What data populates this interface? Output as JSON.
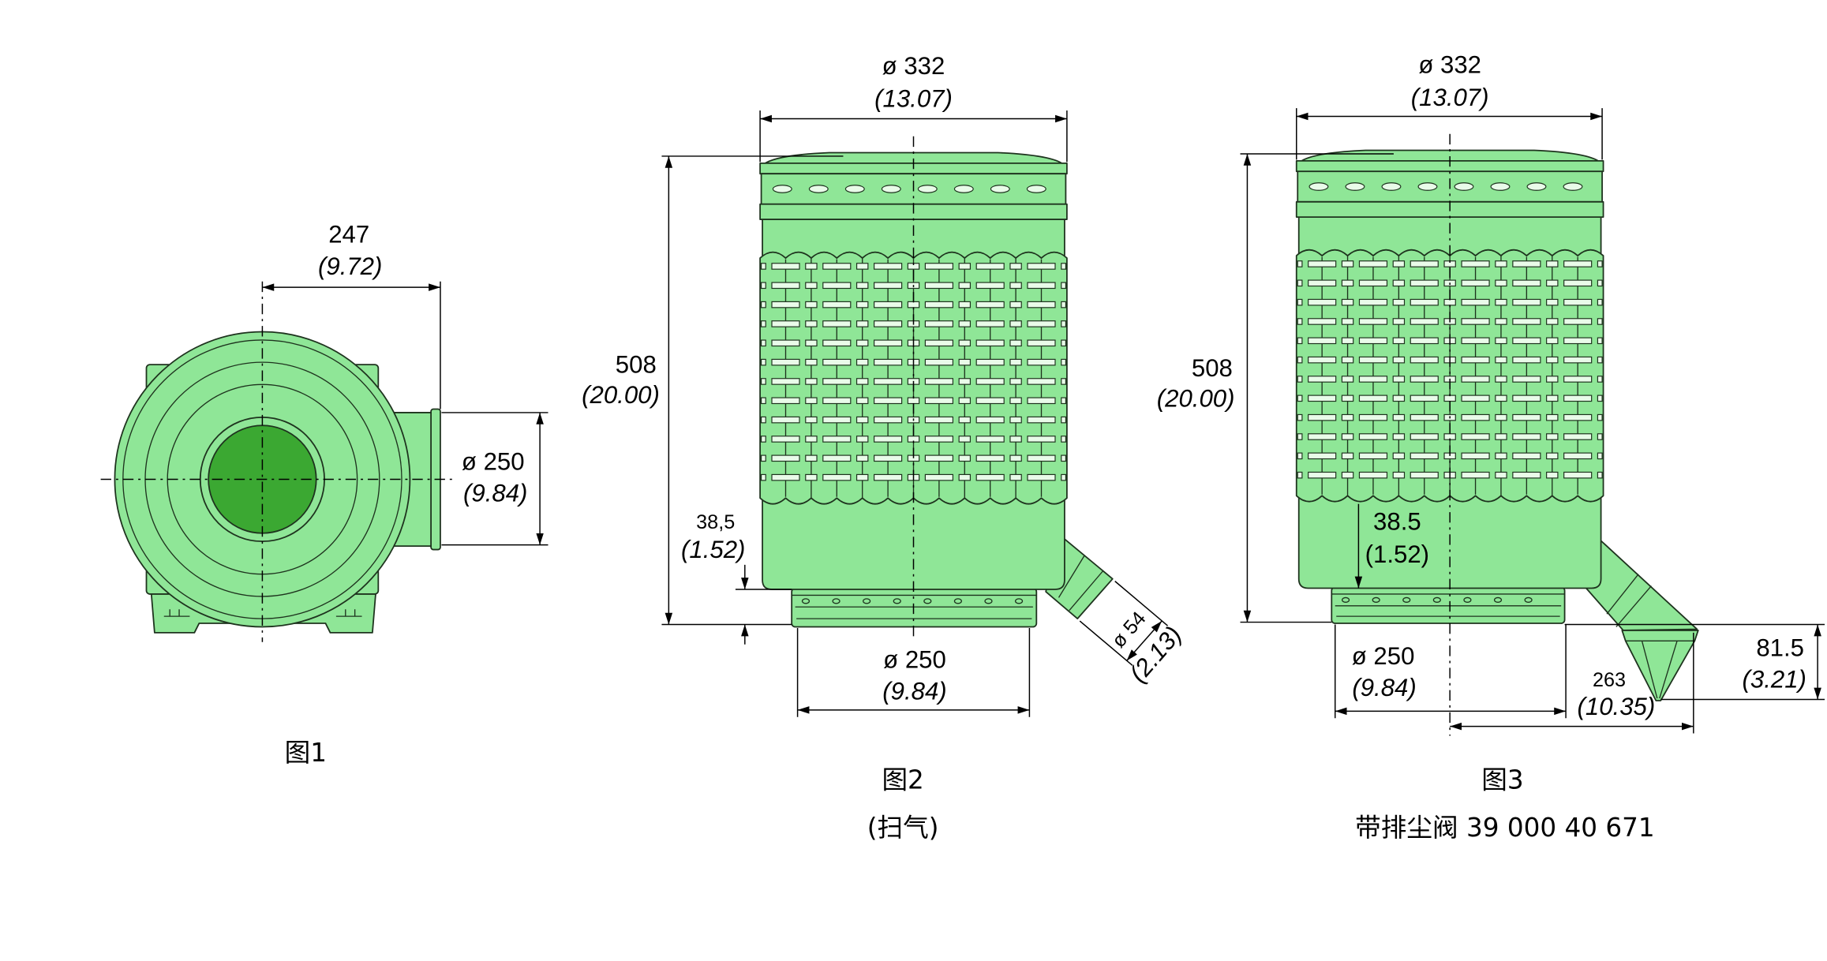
{
  "colors": {
    "body_fill": "#8fe697",
    "inlet_fill": "#3ba832",
    "line": "#1e331e",
    "dimension": "#000000"
  },
  "figure1": {
    "dim_width": {
      "mm": "247",
      "in": "(9.72)"
    },
    "dim_outlet": {
      "mm": "ø 250",
      "in": "(9.84)"
    },
    "caption": "图1"
  },
  "figure2": {
    "dim_top_diameter": {
      "mm": "ø 332",
      "in": "(13.07)"
    },
    "dim_height": {
      "mm": "508",
      "in": "(20.00)"
    },
    "dim_base_height": {
      "mm": "38,5",
      "in": "(1.52)"
    },
    "dim_bottom_diameter": {
      "mm": "ø 250",
      "in": "(9.84)"
    },
    "dim_outlet_diameter": {
      "mm": "ø 54",
      "in": "(2.13)"
    },
    "caption": "图2",
    "subcaption": "(扫气)"
  },
  "figure3": {
    "dim_top_diameter": {
      "mm": "ø 332",
      "in": "(13.07)"
    },
    "dim_height": {
      "mm": "508",
      "in": "(20.00)"
    },
    "dim_base_height": {
      "mm": "38.5",
      "in": "(1.52)"
    },
    "dim_bottom_diameter": {
      "mm": "ø 250",
      "in": "(9.84)"
    },
    "dim_valve_offset": {
      "mm": "263",
      "in": "(10.35)"
    },
    "dim_valve_height": {
      "mm": "81.5",
      "in": "(3.21)"
    },
    "caption": "图3",
    "subcaption": "带排尘阀 39 000 40 671"
  }
}
